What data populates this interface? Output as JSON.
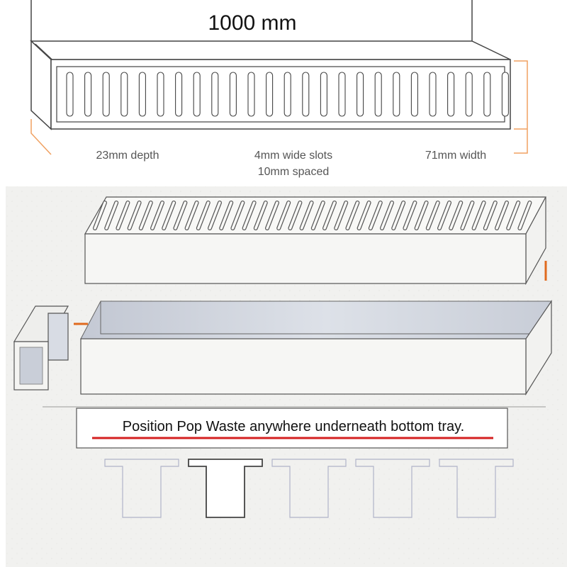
{
  "header": {
    "length_label": "1000 mm"
  },
  "dimensions": {
    "depth": "23mm depth",
    "slots_line1": "4mm wide slots",
    "slots_line2": "10mm spaced",
    "width": "71mm width"
  },
  "caption": {
    "text": "Position Pop Waste anywhere underneath bottom tray."
  },
  "colors": {
    "accent_orange": "#f0a060",
    "marker_orange": "#e06a1f",
    "underline_red": "#d42020",
    "outline": "#444444",
    "light_outline": "#b0b4c8"
  },
  "pop_waste": {
    "count": 5,
    "highlighted_index": 1
  }
}
